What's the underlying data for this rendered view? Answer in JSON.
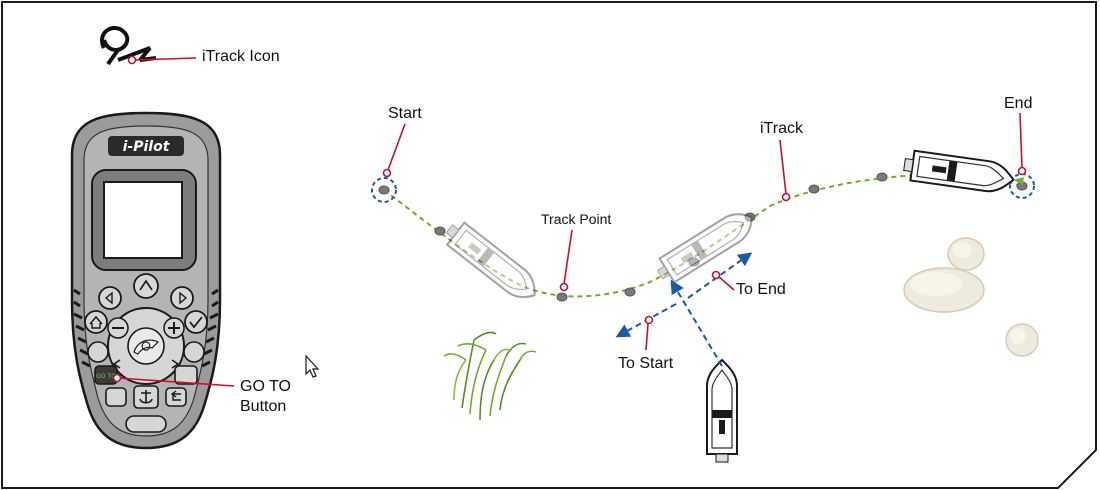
{
  "colors": {
    "accent": "#c8102e",
    "track": "#6fae2c",
    "route": "#1a5aa8",
    "remote_body": "#a3a3a3",
    "outline": "#1a1a1a"
  },
  "remote": {
    "brand": "i-Pilot",
    "go_to_key": "GO TO"
  },
  "labels": {
    "itrack_icon": "iTrack Icon",
    "go_to_button_line1": "GO TO",
    "go_to_button_line2": "Button",
    "start": "Start",
    "end": "End",
    "itrack": "iTrack",
    "track_point": "Track Point",
    "to_end": "To End",
    "to_start": "To Start"
  },
  "icons": [
    "itrack-icon",
    "home-icon",
    "anchor-icon",
    "return-icon",
    "check-icon",
    "plus-icon",
    "minus-icon",
    "mouse-cursor-icon"
  ]
}
